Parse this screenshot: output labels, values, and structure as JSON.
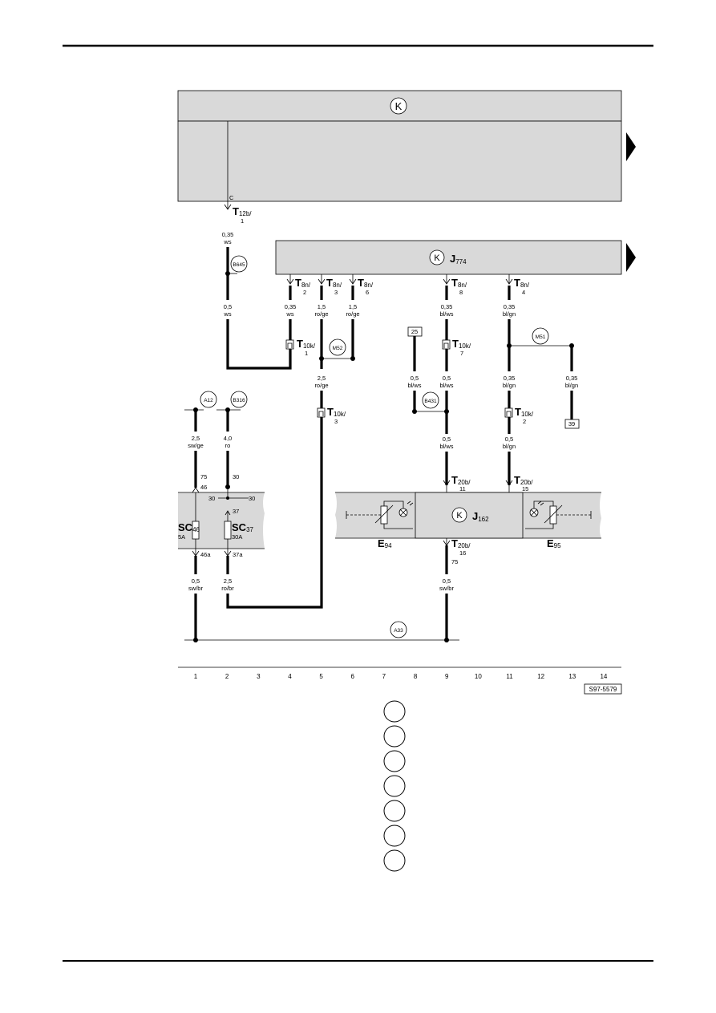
{
  "page": {
    "figure_code": "S97-5579"
  },
  "columns": [
    "1",
    "2",
    "3",
    "4",
    "5",
    "6",
    "7",
    "8",
    "9",
    "10",
    "11",
    "12",
    "13",
    "14"
  ],
  "components": {
    "J774": {
      "letter": "J",
      "num": "774"
    },
    "J162": {
      "letter": "J",
      "num": "162"
    },
    "E94": {
      "letter": "E",
      "num": "94"
    },
    "E95": {
      "letter": "E",
      "num": "95"
    },
    "SC46": {
      "letter": "SC",
      "num": "46",
      "rating": "5A"
    },
    "SC37": {
      "letter": "SC",
      "num": "37",
      "rating": "30A"
    }
  },
  "connectors": [
    {
      "id": "T12b-1",
      "letter": "T",
      "sub": "12b/",
      "pin": "1"
    },
    {
      "id": "T8n-2",
      "letter": "T",
      "sub": "8n/",
      "pin": "2"
    },
    {
      "id": "T8n-3",
      "letter": "T",
      "sub": "8n/",
      "pin": "3"
    },
    {
      "id": "T8n-6",
      "letter": "T",
      "sub": "8n/",
      "pin": "6"
    },
    {
      "id": "T8n-8",
      "letter": "T",
      "sub": "8n/",
      "pin": "8"
    },
    {
      "id": "T8n-4",
      "letter": "T",
      "sub": "8n/",
      "pin": "4"
    },
    {
      "id": "T10k-1",
      "letter": "T",
      "sub": "10k/",
      "pin": "1"
    },
    {
      "id": "T10k-7",
      "letter": "T",
      "sub": "10k/",
      "pin": "7"
    },
    {
      "id": "T10k-3",
      "letter": "T",
      "sub": "10k/",
      "pin": "3"
    },
    {
      "id": "T10k-2",
      "letter": "T",
      "sub": "10k/",
      "pin": "2"
    },
    {
      "id": "T20b-11",
      "letter": "T",
      "sub": "20b/",
      "pin": "11"
    },
    {
      "id": "T20b-15",
      "letter": "T",
      "sub": "20b/",
      "pin": "15"
    },
    {
      "id": "T20b-16",
      "letter": "T",
      "sub": "20b/",
      "pin": "16"
    }
  ],
  "wire_labels": [
    {
      "size": "0,35",
      "color": "ws"
    },
    {
      "size": "0,5",
      "color": "ws"
    },
    {
      "size": "0,35",
      "color": "ws"
    },
    {
      "size": "1,5",
      "color": "ro/ge"
    },
    {
      "size": "1,5",
      "color": "ro/ge"
    },
    {
      "size": "0,35",
      "color": "bl/ws"
    },
    {
      "size": "0,35",
      "color": "bl/gn"
    },
    {
      "size": "2,5",
      "color": "ro/ge"
    },
    {
      "size": "0,5",
      "color": "bl/ws"
    },
    {
      "size": "0,5",
      "color": "bl/ws"
    },
    {
      "size": "0,35",
      "color": "bl/gn"
    },
    {
      "size": "0,35",
      "color": "bl/gn"
    },
    {
      "size": "2,5",
      "color": "sw/ge"
    },
    {
      "size": "4,0",
      "color": "ro"
    },
    {
      "size": "0,5",
      "color": "bl/ws"
    },
    {
      "size": "0,5",
      "color": "bl/gn"
    },
    {
      "size": "0,5",
      "color": "sw/br"
    },
    {
      "size": "2,5",
      "color": "ro/br"
    },
    {
      "size": "0,5",
      "color": "sw/br"
    }
  ],
  "nodes": [
    "B645",
    "M52",
    "B431",
    "M51",
    "A12",
    "B316",
    "A33"
  ],
  "refs": [
    "25",
    "39"
  ],
  "terminals": {
    "c": "C",
    "t75": "75",
    "t46": "46",
    "t30": "30",
    "t30l": "30",
    "t30r": "30",
    "t37": "37",
    "t46a": "46a",
    "t37a": "37a",
    "t75b": "75"
  },
  "legend_items": 7
}
